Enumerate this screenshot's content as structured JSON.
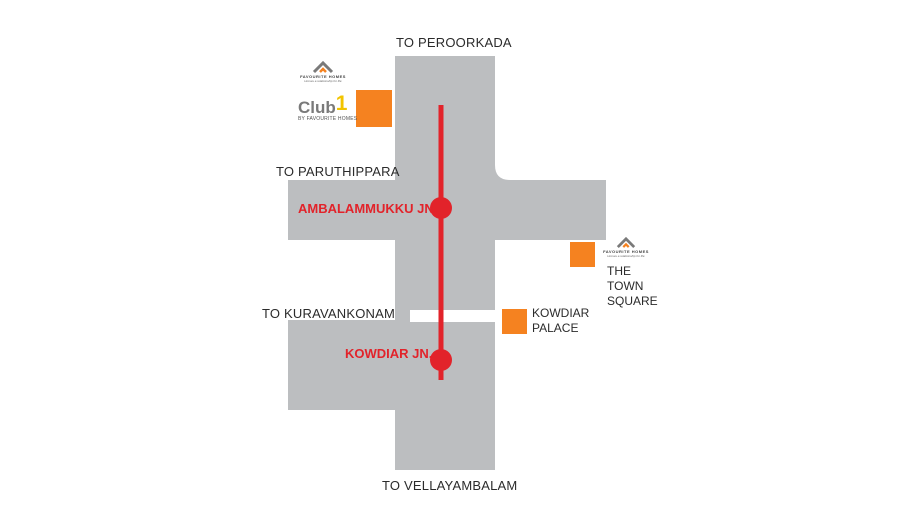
{
  "directions": {
    "north": "TO PEROORKADA",
    "west_upper": "TO PARUTHIPPARA",
    "west_lower": "TO KURAVANKONAM",
    "south": "TO VELLAYAMBALAM"
  },
  "junctions": {
    "ambalammukku": "AMBALAMMUKKU JN.",
    "kowdiar": "KOWDIAR JN."
  },
  "landmarks": {
    "club1": {
      "brand": "FAVOURITE HOMES",
      "tagline": "Homes a relationship for life",
      "name_text": "Club",
      "name_number": "1",
      "subtitle": "BY FAVOURITE HOMES"
    },
    "town_square": {
      "brand": "FAVOURITE HOMES",
      "tagline": "Homes a relationship for life",
      "line1": "THE",
      "line2": "TOWN",
      "line3": "SQUARE"
    },
    "kowdiar_palace": {
      "line1": "KOWDIAR",
      "line2": "PALACE"
    }
  },
  "colors": {
    "road": "#bcbec0",
    "route": "#e2232a",
    "landmark_marker": "#f58220",
    "logo_gray": "#7a7a7a",
    "logo_orange": "#f58220",
    "club_number": "#f2c400"
  }
}
